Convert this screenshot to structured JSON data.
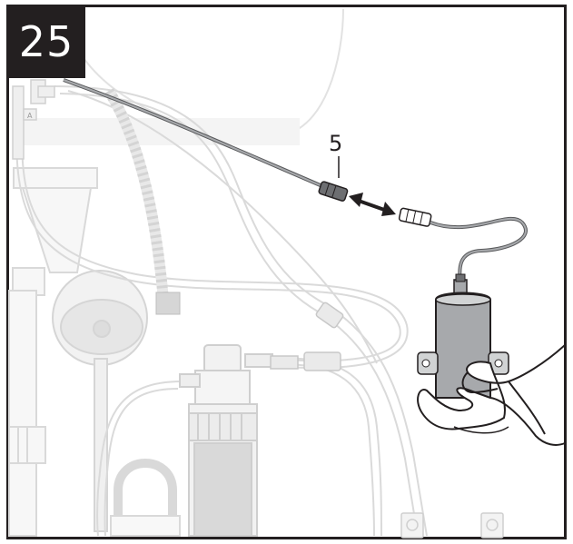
{
  "step": {
    "number": "25"
  },
  "callout": {
    "label": "5"
  },
  "label_a": "A",
  "colors": {
    "frame": "#231f20",
    "faded_line": "#d9d9d9",
    "faded_fill": "#ececec",
    "mid_gray": "#a7a9ac",
    "dark_gray": "#6d6e71",
    "black": "#231f20"
  },
  "icons": [
    "bidirectional-arrow-icon",
    "plus-icon"
  ]
}
